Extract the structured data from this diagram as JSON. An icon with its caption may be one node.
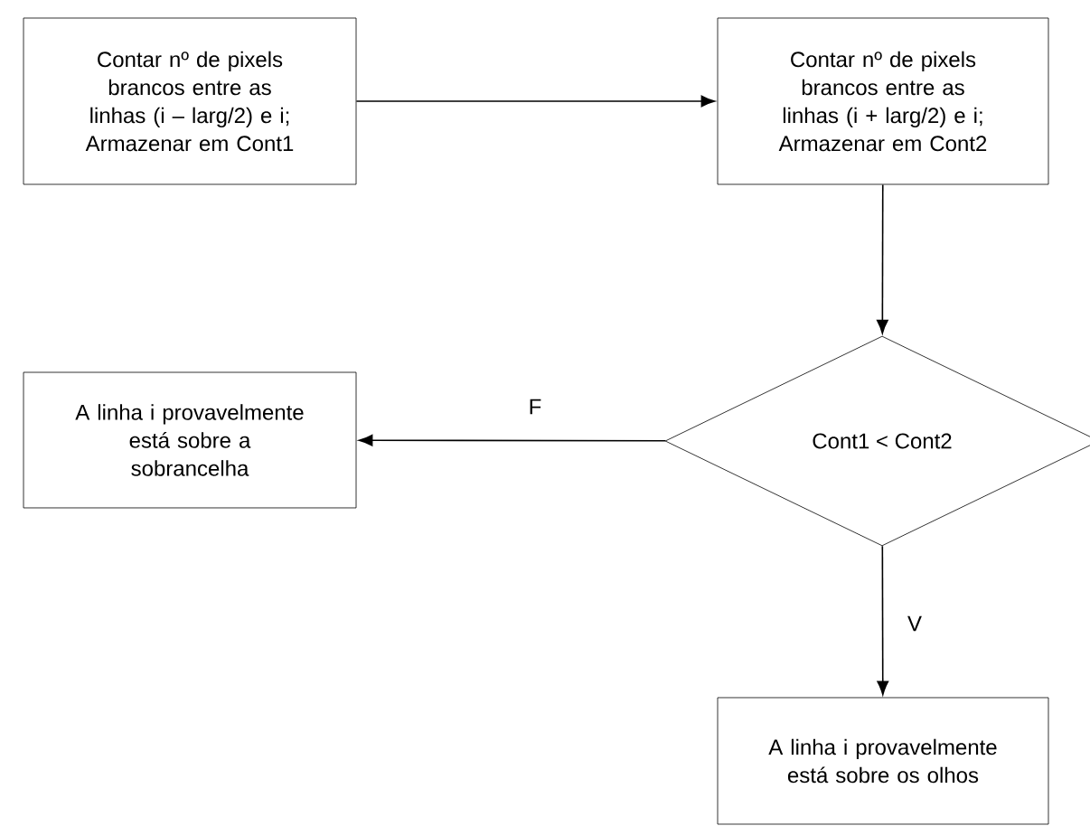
{
  "diagram": {
    "nodes": [
      {
        "text": [
          "Contar nº de pixels brancos entre as linhas (i – larg/2) e i; Armazenar em Cont1"
        ]
      },
      {
        "text": [
          "Contar nº de pixels brancos entre as linhas (i + larg/2) e i; Armazenar em Cont2"
        ]
      },
      {
        "text": [
          "Cont1 < Cont2"
        ]
      },
      {
        "text": [
          "A linha i provavelmente está sobre a sobrancelha"
        ]
      },
      {
        "text": [
          "A linha i provavelmente está sobre os olhos"
        ]
      }
    ],
    "edges": [
      {
        "from": 0,
        "to": 1,
        "arrow": "to"
      },
      {
        "from": 1,
        "to": 2,
        "arrow": "to"
      },
      {
        "from": 2,
        "to": 3,
        "arrow": "to",
        "label": "F"
      },
      {
        "from": 2,
        "to": 4,
        "arrow": "to",
        "label": "V"
      }
    ]
  }
}
